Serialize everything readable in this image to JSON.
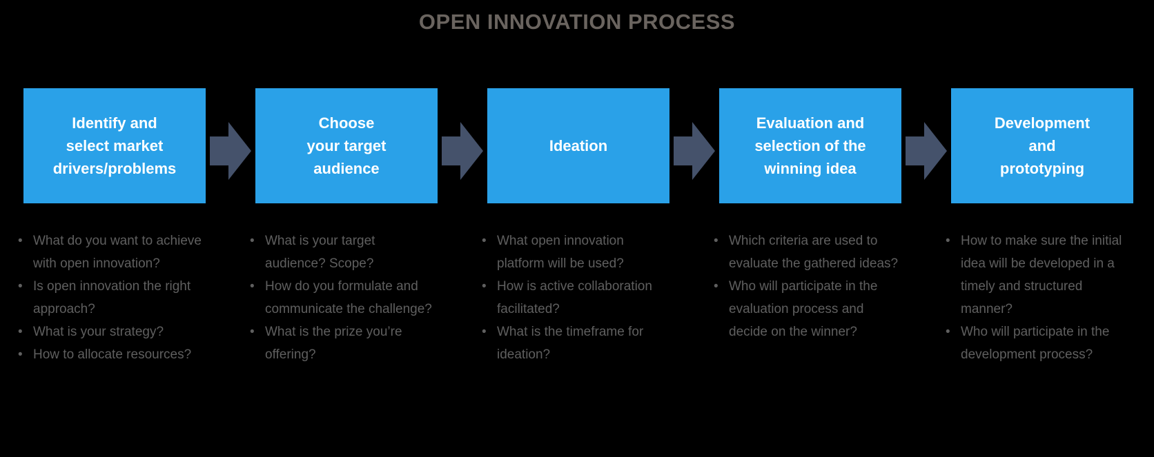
{
  "title": "OPEN INNOVATION PROCESS",
  "colors": {
    "background": "#000000",
    "box_blue": "#2AA1E8",
    "arrow_slate": "#45526B",
    "title_gray": "#6A645F",
    "text_gray": "#5F5F5F",
    "box_text": "#FFFFFF"
  },
  "stages": [
    {
      "title": "Identify and\nselect market\ndrivers/problems",
      "bullets": [
        "What do you want to achieve with open innovation?",
        "Is open innovation the right approach?",
        "What is your strategy?",
        "How to allocate resources?"
      ]
    },
    {
      "title": "Choose\nyour target\naudience",
      "bullets": [
        "What is your target audience? Scope?",
        "How do you formulate and communicate the challenge?",
        "What is the prize you’re offering?"
      ]
    },
    {
      "title": "Ideation",
      "bullets": [
        "What open innovation platform will be used?",
        "How is active collaboration facilitated?",
        "What is the timeframe for ideation?"
      ]
    },
    {
      "title": "Evaluation and\nselection of the\nwinning idea",
      "bullets": [
        "Which criteria are used to evaluate the gathered ideas?",
        "Who will participate in the evaluation process and decide on the winner?"
      ]
    },
    {
      "title": "Development\nand\nprototyping",
      "bullets": [
        "How to make sure the initial idea will be developed in a timely and structured manner?",
        "Who will participate in the development process?"
      ]
    }
  ]
}
